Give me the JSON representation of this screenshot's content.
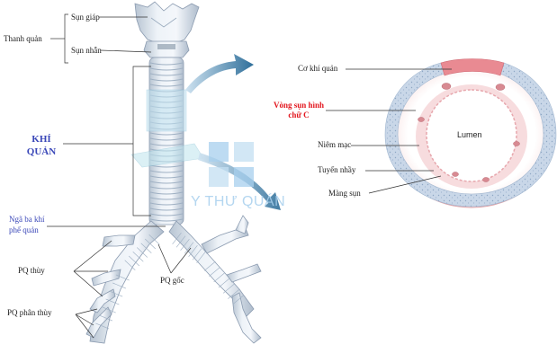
{
  "labels": {
    "sun_giap": "Sụn giáp",
    "thanh_quan": "Thanh quản",
    "sun_nhan": "Sụn nhẫn",
    "khi_quan_line1": "KHÍ",
    "khi_quan_line2": "QUẢN",
    "nga_ba_line1": "Ngã ba khí",
    "nga_ba_line2": "phế quản",
    "pq_thuy": "PQ thùy",
    "pq_goc": "PQ gốc",
    "pq_phan_thuy": "PQ phân thùy",
    "co_khi_quan": "Cơ khí quản",
    "vong_sun_line1": "Vòng sụn hình",
    "vong_sun_line2": "chữ C",
    "lumen": "Lumen",
    "niem_mac": "Niêm mạc",
    "tuyen_nhay": "Tuyến nhầy",
    "mang_sun": "Màng sụn"
  },
  "watermark": "Y THƯ QUÁN",
  "colors": {
    "blue_label": "#3a47b8",
    "red_label": "#e2141c",
    "airway": "#dfe7ef",
    "arrow": "#2f6f9a"
  }
}
